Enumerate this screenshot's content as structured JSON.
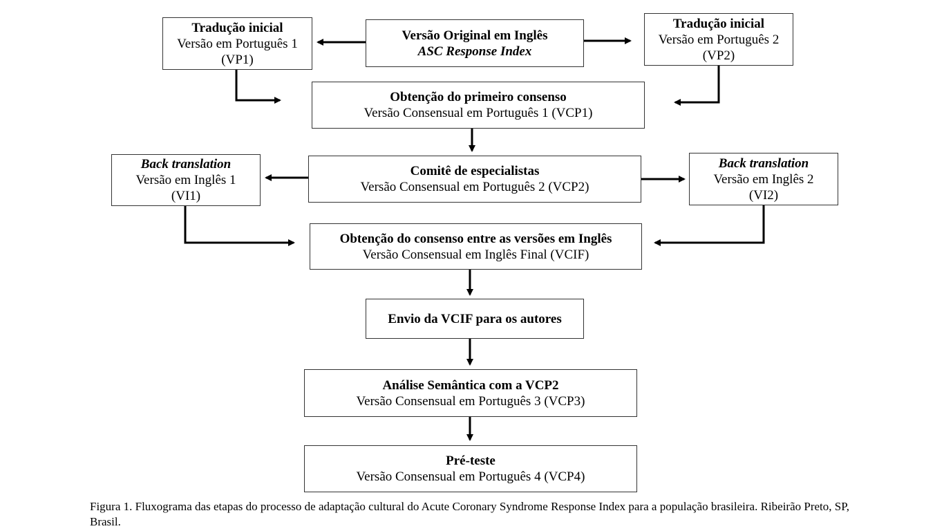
{
  "original": {
    "title": "Versão Original em Inglês",
    "subtitle": "ASC Response Index"
  },
  "vp1": {
    "title": "Tradução inicial",
    "line1": "Versão em Português 1",
    "line2": "(VP1)"
  },
  "vp2": {
    "title": "Tradução inicial",
    "line1": "Versão em Português 2",
    "line2": "(VP2)"
  },
  "vcp1": {
    "title": "Obtenção do primeiro consenso",
    "subtitle": "Versão Consensual em Português 1 (VCP1)"
  },
  "committee": {
    "title": "Comitê de especialistas",
    "subtitle": "Versão Consensual em Português 2 (VCP2)"
  },
  "vi1": {
    "title": "Back translation",
    "line1": "Versão em Inglês 1",
    "line2": "(VI1)"
  },
  "vi2": {
    "title": "Back translation",
    "line1": "Versão em Inglês 2",
    "line2": "(VI2)"
  },
  "vcif": {
    "title": "Obtenção do consenso entre as versões em Inglês",
    "subtitle": "Versão Consensual em Inglês Final (VCIF)"
  },
  "send": {
    "title": "Envio da VCIF para os autores"
  },
  "semantic": {
    "title": "Análise Semântica com a VCP2",
    "subtitle": "Versão Consensual em Português 3 (VCP3)"
  },
  "pretest": {
    "title": "Pré-teste",
    "subtitle": "Versão Consensual em Português 4 (VCP4)"
  },
  "caption": "Figura 1. Fluxograma das etapas do processo de adaptação cultural do Acute Coronary Syndrome Response Index para a população brasileira. Ribeirão Preto, SP, Brasil.",
  "colors": {
    "line": "#000000",
    "border": "#333333"
  }
}
